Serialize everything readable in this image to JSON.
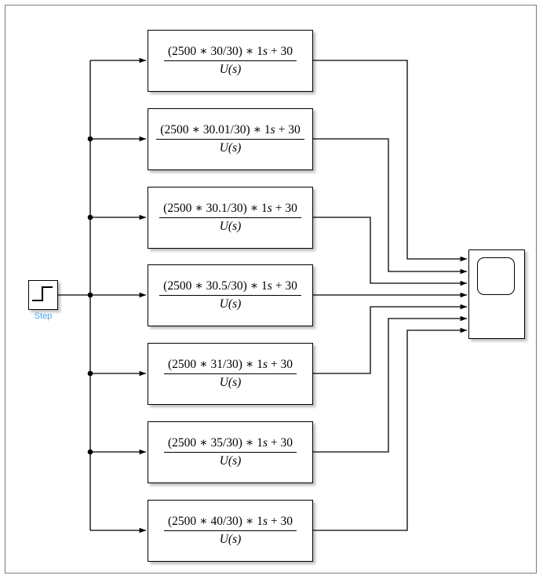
{
  "diagram": {
    "title": "Simulink Block Diagram",
    "canvas_background": "#ffffff",
    "frame_color": "#7a7a7a",
    "line_color": "#000000",
    "step_label_color": "#49a5f0"
  },
  "source": {
    "name": "Step",
    "label": "Step",
    "icon": "step-waveform-icon"
  },
  "sink": {
    "name": "Scope",
    "icon": "scope-screen-icon",
    "input_count": 7
  },
  "blocks": [
    {
      "id": "tf1",
      "numerator": "(2500 ∗ 30/30) ∗ 1s + 30",
      "numerator_parts": {
        "lead": "(2500 ",
        "op": "∗",
        "gain": " 30/30) ",
        "op2": "∗",
        "tail": " 1",
        "svar": "s",
        "const": " + 30"
      },
      "denominator": "U(s)",
      "gain_value": "30/30"
    },
    {
      "id": "tf2",
      "numerator": "(2500 ∗ 30.01/30) ∗ 1s + 30",
      "numerator_parts": {
        "lead": "(2500 ",
        "op": "∗",
        "gain": " 30.01/30) ",
        "op2": "∗",
        "tail": " 1",
        "svar": "s",
        "const": " + 30"
      },
      "denominator": "U(s)",
      "gain_value": "30.01/30"
    },
    {
      "id": "tf3",
      "numerator": "(2500 ∗ 30.1/30) ∗ 1s + 30",
      "numerator_parts": {
        "lead": "(2500 ",
        "op": "∗",
        "gain": " 30.1/30) ",
        "op2": "∗",
        "tail": " 1",
        "svar": "s",
        "const": " + 30"
      },
      "denominator": "U(s)",
      "gain_value": "30.1/30"
    },
    {
      "id": "tf4",
      "numerator": "(2500 ∗ 30.5/30) ∗ 1s + 30",
      "numerator_parts": {
        "lead": "(2500 ",
        "op": "∗",
        "gain": " 30.5/30) ",
        "op2": "∗",
        "tail": " 1",
        "svar": "s",
        "const": " + 30"
      },
      "denominator": "U(s)",
      "gain_value": "30.5/30"
    },
    {
      "id": "tf5",
      "numerator": "(2500 ∗ 31/30) ∗ 1s + 30",
      "numerator_parts": {
        "lead": "(2500 ",
        "op": "∗",
        "gain": " 31/30) ",
        "op2": "∗",
        "tail": " 1",
        "svar": "s",
        "const": " + 30"
      },
      "denominator": "U(s)",
      "gain_value": "31/30"
    },
    {
      "id": "tf6",
      "numerator": "(2500 ∗ 35/30) ∗ 1s + 30",
      "numerator_parts": {
        "lead": "(2500 ",
        "op": "∗",
        "gain": " 35/30) ",
        "op2": "∗",
        "tail": " 1",
        "svar": "s",
        "const": " + 30"
      },
      "denominator": "U(s)",
      "gain_value": "35/30"
    },
    {
      "id": "tf7",
      "numerator": "(2500 ∗ 40/30) ∗ 1s + 30",
      "numerator_parts": {
        "lead": "(2500 ",
        "op": "∗",
        "gain": " 40/30) ",
        "op2": "∗",
        "tail": " 1",
        "svar": "s",
        "const": " + 30"
      },
      "denominator": "U(s)",
      "gain_value": "40/30"
    }
  ]
}
